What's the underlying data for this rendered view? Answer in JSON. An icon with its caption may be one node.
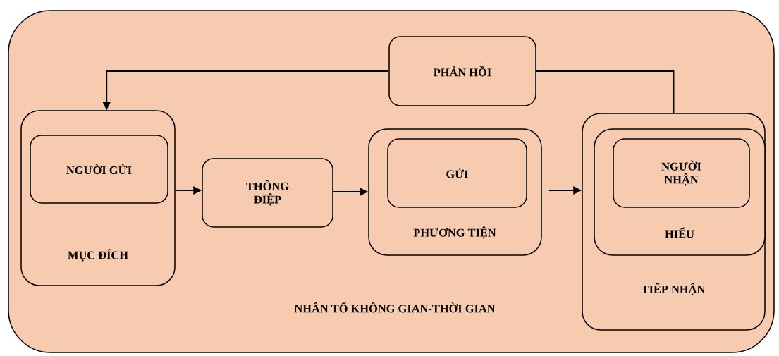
{
  "diagram": {
    "nodes": [
      {
        "text": [
          "NHÂN TỐ KHÔNG GIAN-THỜI GIAN"
        ]
      },
      {
        "text": [
          "PHẢN HỒI"
        ],
        "in": 0
      },
      {
        "text": [
          "MỤC ĐÍCH"
        ],
        "in": 0
      },
      {
        "text": [
          "NGƯỜI GỬI"
        ],
        "in": 2
      },
      {
        "text": [
          "THÔNG ĐIỆP"
        ],
        "in": 0
      },
      {
        "text": [
          "PHƯƠNG TIỆN"
        ],
        "in": 0
      },
      {
        "text": [
          "GỬI"
        ],
        "in": 5
      },
      {
        "text": [
          "TIẾP NHẬN"
        ],
        "in": 0
      },
      {
        "text": [
          "HIỂU"
        ],
        "in": 7
      },
      {
        "text": [
          "NGƯỜI NHẬN"
        ],
        "in": 8
      }
    ],
    "edges": [
      {
        "from": 7,
        "to": 1,
        "arrow": "none"
      },
      {
        "from": 1,
        "to": 2,
        "arrow": "to"
      },
      {
        "from": 2,
        "to": 4,
        "arrow": "to"
      },
      {
        "from": 4,
        "to": 5,
        "arrow": "to"
      },
      {
        "from": 5,
        "to": 7,
        "arrow": "to"
      }
    ]
  }
}
